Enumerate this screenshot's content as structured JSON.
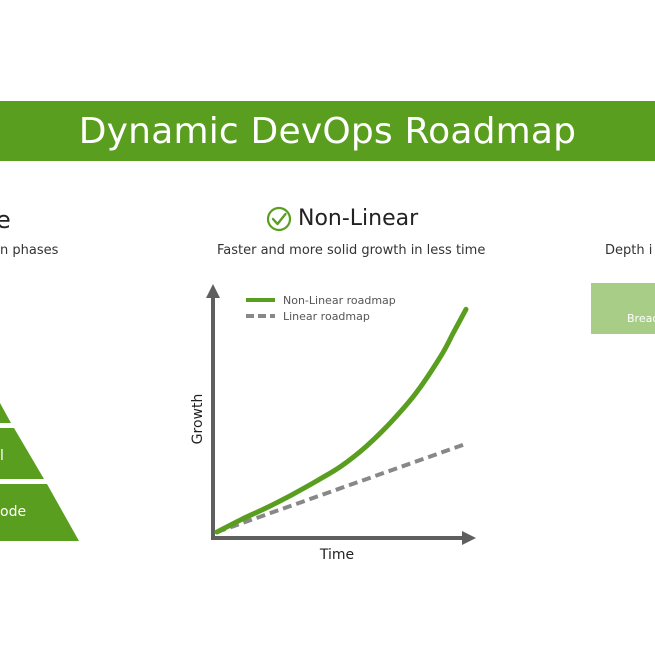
{
  "banner": {
    "title": "Dynamic DevOps Roadmap"
  },
  "left_panel": {
    "heading": "e",
    "subtitle": "n phases",
    "pyramid": [
      {
        "label": ""
      },
      {
        "label": "l"
      },
      {
        "label": "ode"
      }
    ]
  },
  "center_panel": {
    "heading": "Non-Linear",
    "icon": "check-circle-icon",
    "subtitle": "Faster and more solid growth in less time",
    "chart_data": {
      "type": "line",
      "title": "",
      "xlabel": "Time",
      "ylabel": "Growth",
      "xlim": [
        0,
        10
      ],
      "ylim": [
        0,
        10
      ],
      "grid": false,
      "legend_placement": "top-left",
      "series": [
        {
          "name": "Non-Linear roadmap",
          "color": "#5a9e1f",
          "style": "solid",
          "x": [
            0,
            1,
            2,
            3,
            4,
            5,
            6,
            7,
            8,
            9,
            9.5,
            10
          ],
          "y": [
            0,
            0.55,
            1.05,
            1.6,
            2.2,
            2.85,
            3.7,
            4.75,
            6.0,
            7.6,
            8.6,
            9.6
          ]
        },
        {
          "name": "Linear roadmap",
          "color": "#888888",
          "style": "dashed",
          "x": [
            0,
            10
          ],
          "y": [
            0,
            3.8
          ]
        }
      ]
    }
  },
  "right_panel": {
    "subtitle": "Depth i",
    "box_label": "Bread"
  },
  "colors": {
    "brand_green": "#5a9e1f",
    "light_green": "#a7cd86",
    "axis_gray": "#5f5f5f",
    "dash_gray": "#888888"
  }
}
